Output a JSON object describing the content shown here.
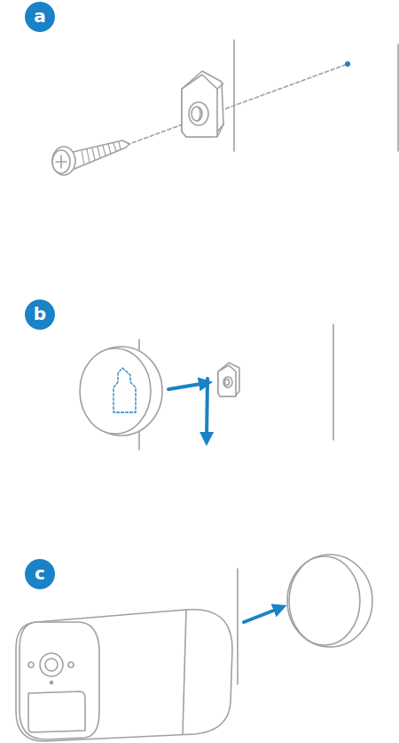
{
  "diagram": {
    "nodes": [
      {
        "text": [
          "a"
        ]
      },
      {
        "text": [
          "b"
        ]
      },
      {
        "text": [
          "c"
        ]
      }
    ]
  }
}
